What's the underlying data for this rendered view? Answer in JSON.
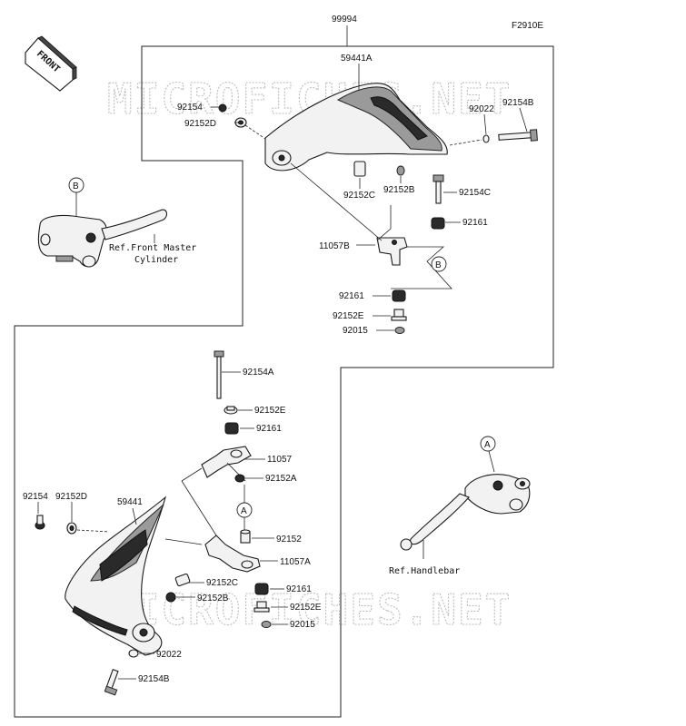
{
  "figure_code": "F2910E",
  "front_label": "FRONT",
  "watermark": "MICROFICHES.NET",
  "assembly_number": "99994",
  "callouts": {
    "a": "A",
    "b": "B"
  },
  "references": {
    "front_master_line1": "Ref.Front Master",
    "front_master_line2": "Cylinder",
    "handlebar": "Ref.Handlebar"
  },
  "upper_parts": {
    "p59441A": "59441A",
    "p92154_top": "92154",
    "p92152D_top": "92152D",
    "p92022_top": "92022",
    "p92154B_top": "92154B",
    "p92152C_top": "92152C",
    "p92152B_top": "92152B",
    "p92154C": "92154C",
    "p92161_a": "92161",
    "p11057B": "11057B",
    "p92161_b": "92161",
    "p92152E_top": "92152E",
    "p92015_top": "92015"
  },
  "lower_parts": {
    "p92154A": "92154A",
    "p92152E_a": "92152E",
    "p92161_c": "92161",
    "p11057": "11057",
    "p92152A": "92152A",
    "p92154": "92154",
    "p92152D": "92152D",
    "p59441": "59441",
    "p92152": "92152",
    "p11057A": "11057A",
    "p92152C": "92152C",
    "p92161_d": "92161",
    "p92152B": "92152B",
    "p92152E_b": "92152E",
    "p92015": "92015",
    "p92022": "92022",
    "p92154B": "92154B"
  }
}
